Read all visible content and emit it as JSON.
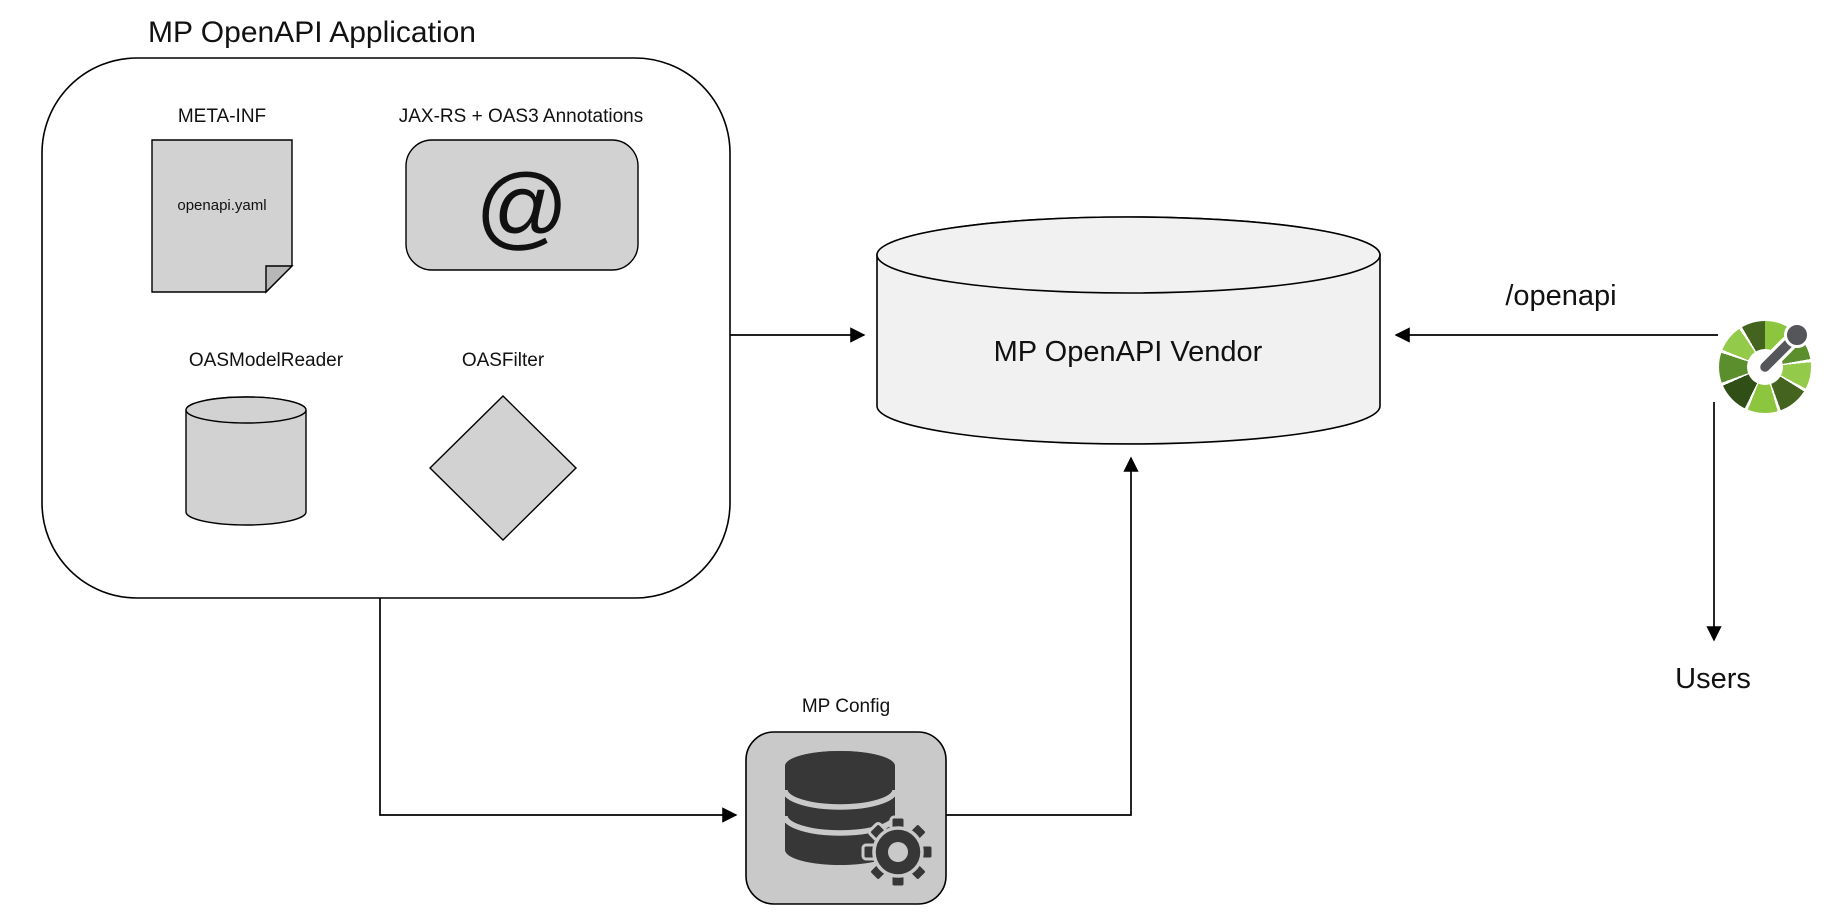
{
  "colors": {
    "shape-gray": "#d2d2d2",
    "shape-gray-dark": "#b7b7b7",
    "vendor-gray": "#f1f1f1",
    "config-gray": "#c9c9c9",
    "icon-dark": "#373737",
    "line-color": "#000000",
    "logo-needle": "#55565a",
    "logo-green-1": "#8cc63e",
    "logo-green-2": "#5b8f2d",
    "logo-green-3": "#93ca49",
    "logo-green-4": "#44631f",
    "logo-green-5": "#2f4f17"
  },
  "diagram": {
    "title": "MP OpenAPI Application",
    "app": {
      "meta_inf_label": "META-INF",
      "meta_inf_file": "openapi.yaml",
      "annotations_label": "JAX-RS + OAS3 Annotations",
      "annotations_symbol": "@",
      "model_reader_label": "OASModelReader",
      "filter_label": "OASFilter"
    },
    "vendor_label": "MP OpenAPI Vendor",
    "config_label": "MP Config",
    "endpoint_label": "/openapi",
    "users_label": "Users",
    "icons": {
      "annotations": "at-sign-icon",
      "config": "database-gear-icon",
      "endpoint": "openapi-logo-icon"
    }
  }
}
